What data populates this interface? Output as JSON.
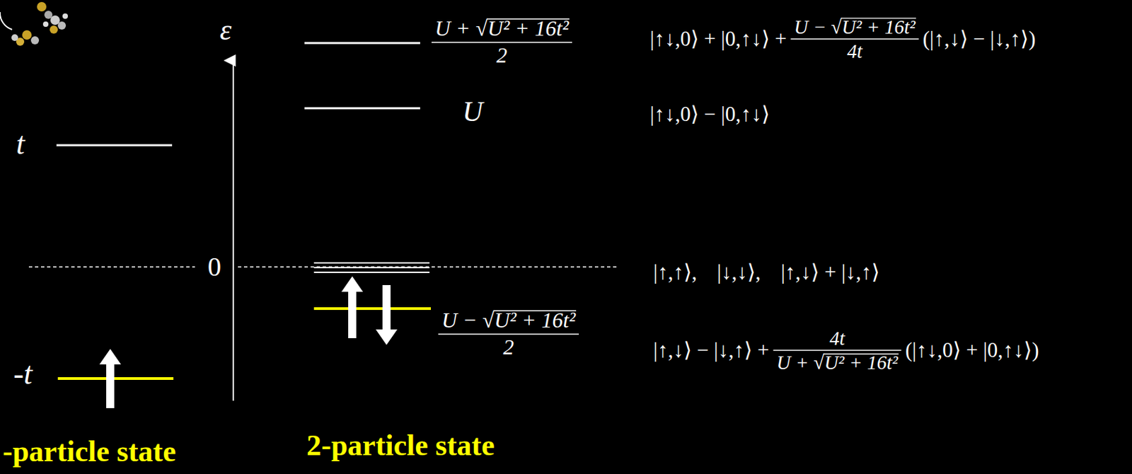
{
  "diagram": {
    "labels": [
      "ε",
      "U + √U² + 16t²",
      "2",
      "|↑↓,0⟩ + |0,↑↓⟩ +",
      "U − √U² + 16t²",
      "4t",
      "(|↑,↓⟩ − |↓,↑⟩)",
      "U",
      "|↑↓,0⟩ − |0,↑↓⟩",
      "t",
      "0",
      "|↑,↑⟩,",
      "|↓,↓⟩,",
      "|↑,↓⟩ + |↓,↑⟩",
      "U − √U² + 16t²",
      "2",
      "|↑,↓⟩ − |↓,↑⟩ +",
      "4t",
      "U + √U² + 16t²",
      "(|↑↓,0⟩ + |0,↑↓⟩)",
      "-t",
      "-particle state",
      "2-particle state"
    ]
  }
}
